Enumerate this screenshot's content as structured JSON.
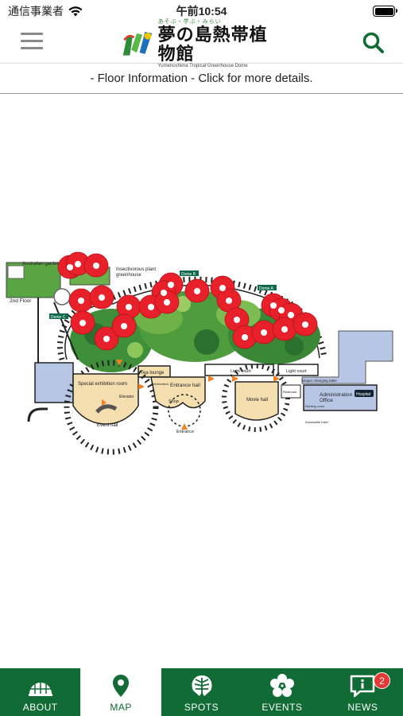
{
  "status_bar": {
    "carrier": "通信事業者",
    "time": "午前10:54",
    "battery_level": 1.0
  },
  "header": {
    "logo_sub": "あそぶ・学ぶ・みらい",
    "logo_main": "夢の島熱帯植物館",
    "logo_en": "Yumenoshima Tropical Greenhouse Dome"
  },
  "floor_info": {
    "text": "- Floor Information - Click for more details."
  },
  "map": {
    "labels": {
      "australian_garden": "Australian garden",
      "second_floor": "2nd Floor",
      "insectivorous": "Insectivorous plant",
      "greenhouse": "greenhouse",
      "dome_a": "Dome A",
      "dome_b": "Dome B",
      "dome_c": "Dome C",
      "tea_lounge": "Tea lounge",
      "light_court_1": "Light court",
      "light_court_2": "Light court",
      "diaper": "Diaper changing table",
      "special_exhibition": "Special exhibition room",
      "elevator": "Elevator",
      "entrance_hall": "Entrance hall",
      "information": "Information",
      "shop": "Shop",
      "movie_hall": "Movie hall",
      "restroom": "Restroom",
      "admin": "Administration",
      "office": "Office",
      "nursing": "Nursing room",
      "hospital": "Hospital",
      "event_hall": "Event hall",
      "entrance": "Entrance",
      "accessible": "Accessible toilet"
    }
  },
  "tabs": [
    {
      "label": "ABOUT",
      "icon": "dome-icon",
      "active": false
    },
    {
      "label": "MAP",
      "icon": "map-pin-icon",
      "active": true
    },
    {
      "label": "SPOTS",
      "icon": "monstera-leaf-icon",
      "active": false
    },
    {
      "label": "EVENTS",
      "icon": "hibiscus-icon",
      "active": false
    },
    {
      "label": "NEWS",
      "icon": "news-chat-icon",
      "active": false,
      "badge": "2"
    }
  ],
  "colors": {
    "brand_green": "#106b34",
    "pin_red": "#e8202a",
    "room_beige": "#f5deb0",
    "building_blue": "#b8c6e6"
  }
}
